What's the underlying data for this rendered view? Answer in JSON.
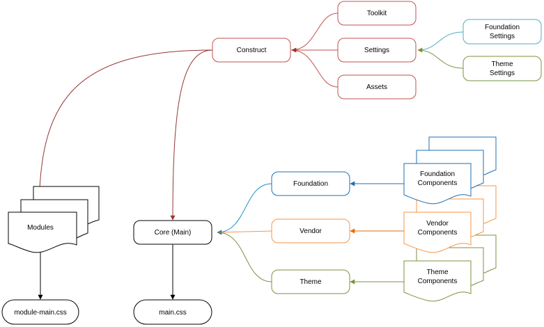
{
  "nodes": {
    "toolkit": "Toolkit",
    "construct": "Construct",
    "settings": "Settings",
    "assets": "Assets",
    "foundation_settings": [
      "Foundation",
      "Settings"
    ],
    "theme_settings": [
      "Theme",
      "Settings"
    ],
    "foundation": "Foundation",
    "foundation_components": [
      "Foundation",
      "Components"
    ],
    "modules": "Modules",
    "core_main": "Core (Main)",
    "vendor": "Vendor",
    "vendor_components": [
      "Vendor",
      "Components"
    ],
    "theme": "Theme",
    "theme_components": [
      "Theme",
      "Components"
    ],
    "module_main_css": "module-main.css",
    "main_css": "main.css"
  },
  "colors": {
    "red": "#c0504d",
    "red_arrow": "#943634",
    "teal": "#4bacc6",
    "blue": "#1f6fb0",
    "orange": "#f79646",
    "green": "#77933c",
    "black": "#000000"
  }
}
